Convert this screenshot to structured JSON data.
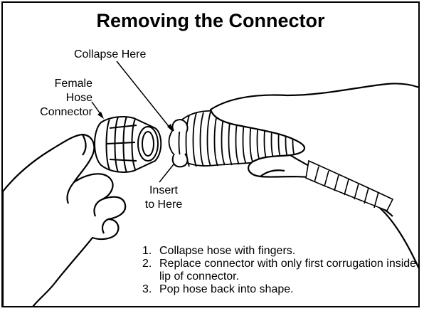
{
  "title": "Removing the Connector",
  "labels": {
    "collapse": "Collapse Here",
    "female_line1": "Female",
    "female_line2": "Hose",
    "female_line3": "Connector",
    "insert_line1": "Insert",
    "insert_line2": "to Here"
  },
  "steps": [
    {
      "num": "1.",
      "text": "Collapse hose with fingers."
    },
    {
      "num": "2.",
      "text": "Replace connector with only first corrugation inside lip of connector."
    },
    {
      "num": "3.",
      "text": "Pop hose back into shape."
    }
  ]
}
